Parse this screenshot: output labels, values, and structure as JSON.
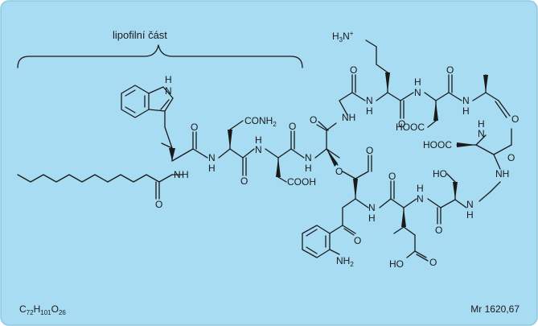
{
  "diagram": {
    "background": "#a7dcf2",
    "border": "#8fc9e0",
    "line_color": "#1a1a1a",
    "region_label": "lipofilní část",
    "formula": {
      "c": "C",
      "c_n": "72",
      "h": "H",
      "h_n": "101",
      "o": "O",
      "o_n": "26"
    },
    "molar_mass": "Mr 1620,67",
    "atoms": {
      "nh3": "H",
      "nh3_sub": "3",
      "nh3_n": "N",
      "nh3_plus": "+",
      "indole_nh": "H",
      "indole_n": "N",
      "conh2": "CONH",
      "conh2_sub": "2",
      "cooh_1": "COOH",
      "hooc_1": "HOOC",
      "hooc_2": "HOOC",
      "cooh_bottom": "HO",
      "cooh_bottom2": "O",
      "oh": "HO",
      "nh2": "NH",
      "nh2_sub": "2",
      "amide_n": "N",
      "amide_h": "H",
      "o": "O",
      "nh": "NH",
      "n": "N",
      "h": "H"
    }
  }
}
